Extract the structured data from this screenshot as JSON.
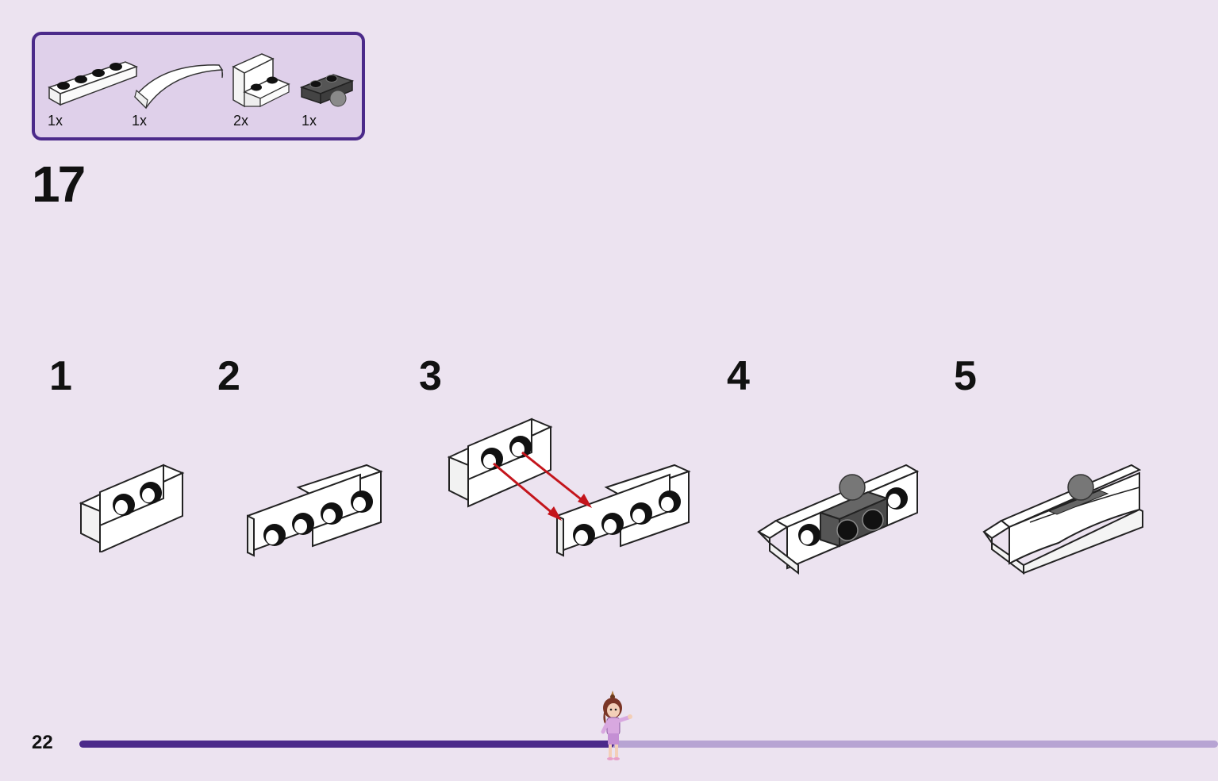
{
  "parts": [
    {
      "qty": "1x",
      "name": "white plate 1x4"
    },
    {
      "qty": "1x",
      "name": "white curved slope 1x4"
    },
    {
      "qty": "2x",
      "name": "white bracket 1x2 - 1x2"
    },
    {
      "qty": "1x",
      "name": "dark grey plate with ball"
    }
  ],
  "step_number": "17",
  "substeps": [
    "1",
    "2",
    "3",
    "4",
    "5"
  ],
  "page_number": "22",
  "progress_fraction": 0.47,
  "colors": {
    "background": "#ece3f0",
    "border": "#4b2a8a",
    "progress_done": "#4b2a8a",
    "progress_remaining": "#b7a4d3",
    "arrow": "#c4151c"
  }
}
